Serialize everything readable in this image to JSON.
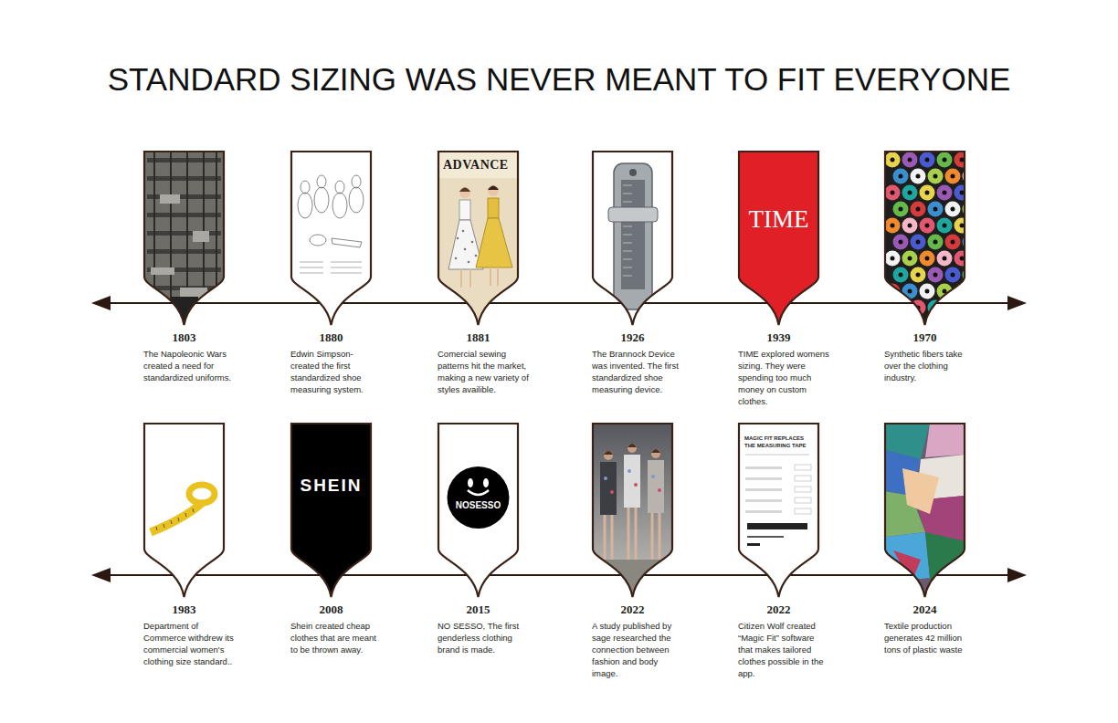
{
  "diagram": {
    "title": "STANDARD SIZING WAS NEVER MEANT TO FIT EVERYONE",
    "nodes": [
      {
        "text": [
          "1803",
          "The Napoleonic Wars created a need for standardized uniforms."
        ]
      },
      {
        "text": [
          "1880",
          "Edwin Simpson- created the first standardized shoe measuring system."
        ]
      },
      {
        "text": [
          "ADVANCE",
          "1881",
          "Comercial sewing patterns hit the market, making a new variety of styles availible."
        ]
      },
      {
        "text": [
          "1926",
          "The Brannock Device was invented. The first standardized shoe measuring device."
        ]
      },
      {
        "text": [
          "TIME",
          "1939",
          "TIME explored womens sizing. They were spending too much money on custom clothes."
        ]
      },
      {
        "text": [
          "1970",
          "Synthetic fibers take over the clothing industry."
        ]
      },
      {
        "text": [
          "1983",
          "Department of Commerce withdrew its commercial women's clothing size standard.."
        ]
      },
      {
        "text": [
          "SHEIN",
          "2008",
          "Shein created cheap clothes that are meant to be thrown away."
        ]
      },
      {
        "text": [
          "NOSESSO",
          "2015",
          "NO SESSO, The first genderless clothing brand is made."
        ]
      },
      {
        "text": [
          "2022",
          "A study published by sage researched the connection between fashion and body image."
        ]
      },
      {
        "text": [
          "MAGIC FIT REPLACES THE MEASURING TAPE",
          "2022",
          "Citizen Wolf created “Magic Fit” software that makes tailored clothes possible in the app."
        ]
      },
      {
        "text": [
          "2024",
          "Textile production generates 42 million tons of plastic waste"
        ]
      }
    ]
  }
}
